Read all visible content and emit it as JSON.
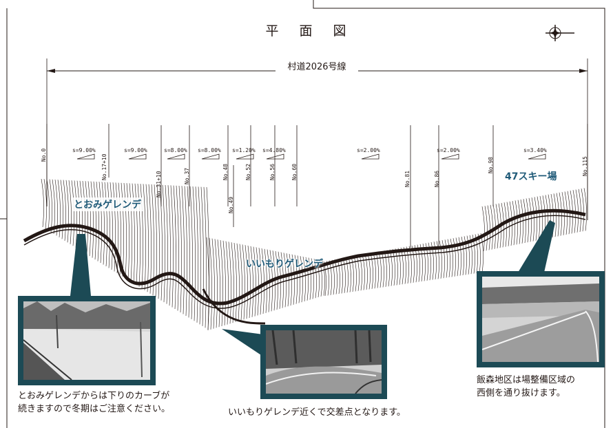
{
  "title": "平 面 図",
  "route": {
    "name": "村道2026号線"
  },
  "stations": [
    "No.0",
    "No.17+10",
    "No.31+10",
    "No.37",
    "No.48",
    "No.49",
    "No.52",
    "No.56",
    "No.60",
    "No.81",
    "No.86",
    "No.98",
    "No.115"
  ],
  "slopes": [
    "s=9.00%",
    "s=9.00%",
    "s=8.00%",
    "s=8.00%",
    "s=1.20%",
    "s=4.80%",
    "s=2.00%",
    "s=2.00%",
    "s=3.40%"
  ],
  "areas": {
    "left": "とおみゲレンデ",
    "center": "いいもりゲレンデ",
    "right": "47スキー場"
  },
  "captions": {
    "left": [
      "とおみゲレンデからは下りのカーブが",
      "続きますので冬期はご注意ください。"
    ],
    "center": [
      "いいもりゲレンデ近くで交差点となります。"
    ],
    "right": [
      "飯森地区は場整備区域の",
      "西側を通り抜けます。"
    ]
  },
  "colors": {
    "frame": "#1c4a55",
    "label": "#1f5a78",
    "ink": "#231815"
  },
  "icons": {
    "north": "north-arrow-icon"
  }
}
